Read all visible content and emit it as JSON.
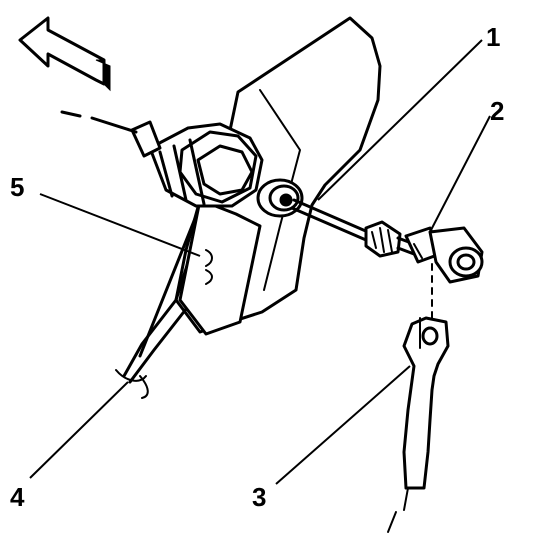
{
  "diagram": {
    "callouts": [
      {
        "id": "1",
        "label": "1"
      },
      {
        "id": "2",
        "label": "2"
      },
      {
        "id": "3",
        "label": "3"
      },
      {
        "id": "4",
        "label": "4"
      },
      {
        "id": "5",
        "label": "5"
      }
    ],
    "ink_color": "#000000",
    "background_color": "#ffffff",
    "direction_icon": "arrow-left-icon"
  }
}
